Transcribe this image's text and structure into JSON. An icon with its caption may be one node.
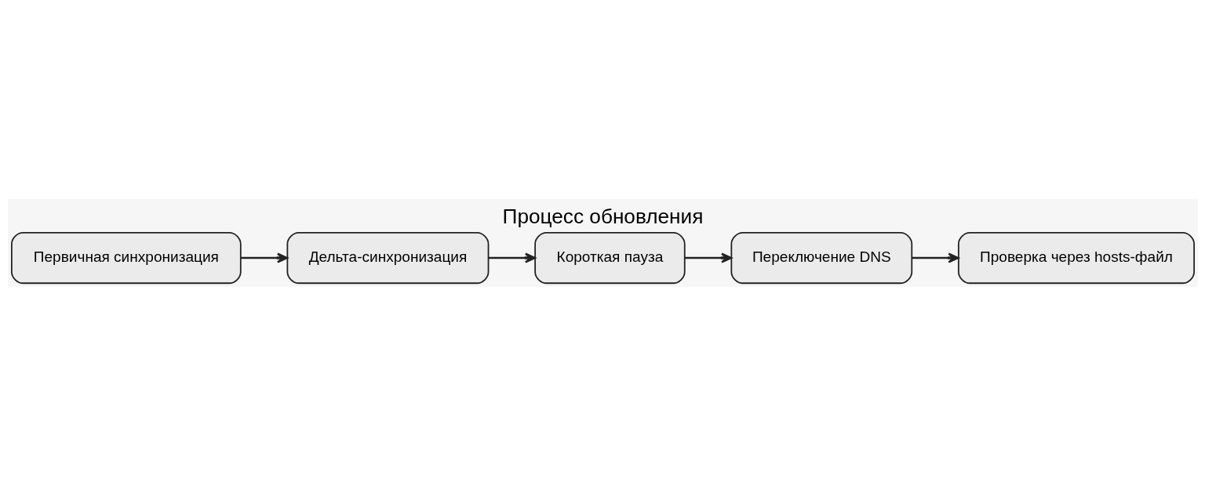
{
  "diagram": {
    "title": "Процесс обновления",
    "nodes": [
      {
        "text": [
          "Первичная синхронизация"
        ]
      },
      {
        "text": [
          "Дельта-синхронизация"
        ]
      },
      {
        "text": [
          "Короткая пауза"
        ]
      },
      {
        "text": [
          "Переключение DNS"
        ]
      },
      {
        "text": [
          "Проверка через hosts-файл"
        ]
      }
    ],
    "edges": [
      {
        "from": 0,
        "to": 1,
        "arrow": "to"
      },
      {
        "from": 1,
        "to": 2,
        "arrow": "to"
      },
      {
        "from": 2,
        "to": 3,
        "arrow": "to"
      },
      {
        "from": 3,
        "to": 4,
        "arrow": "to"
      }
    ]
  }
}
